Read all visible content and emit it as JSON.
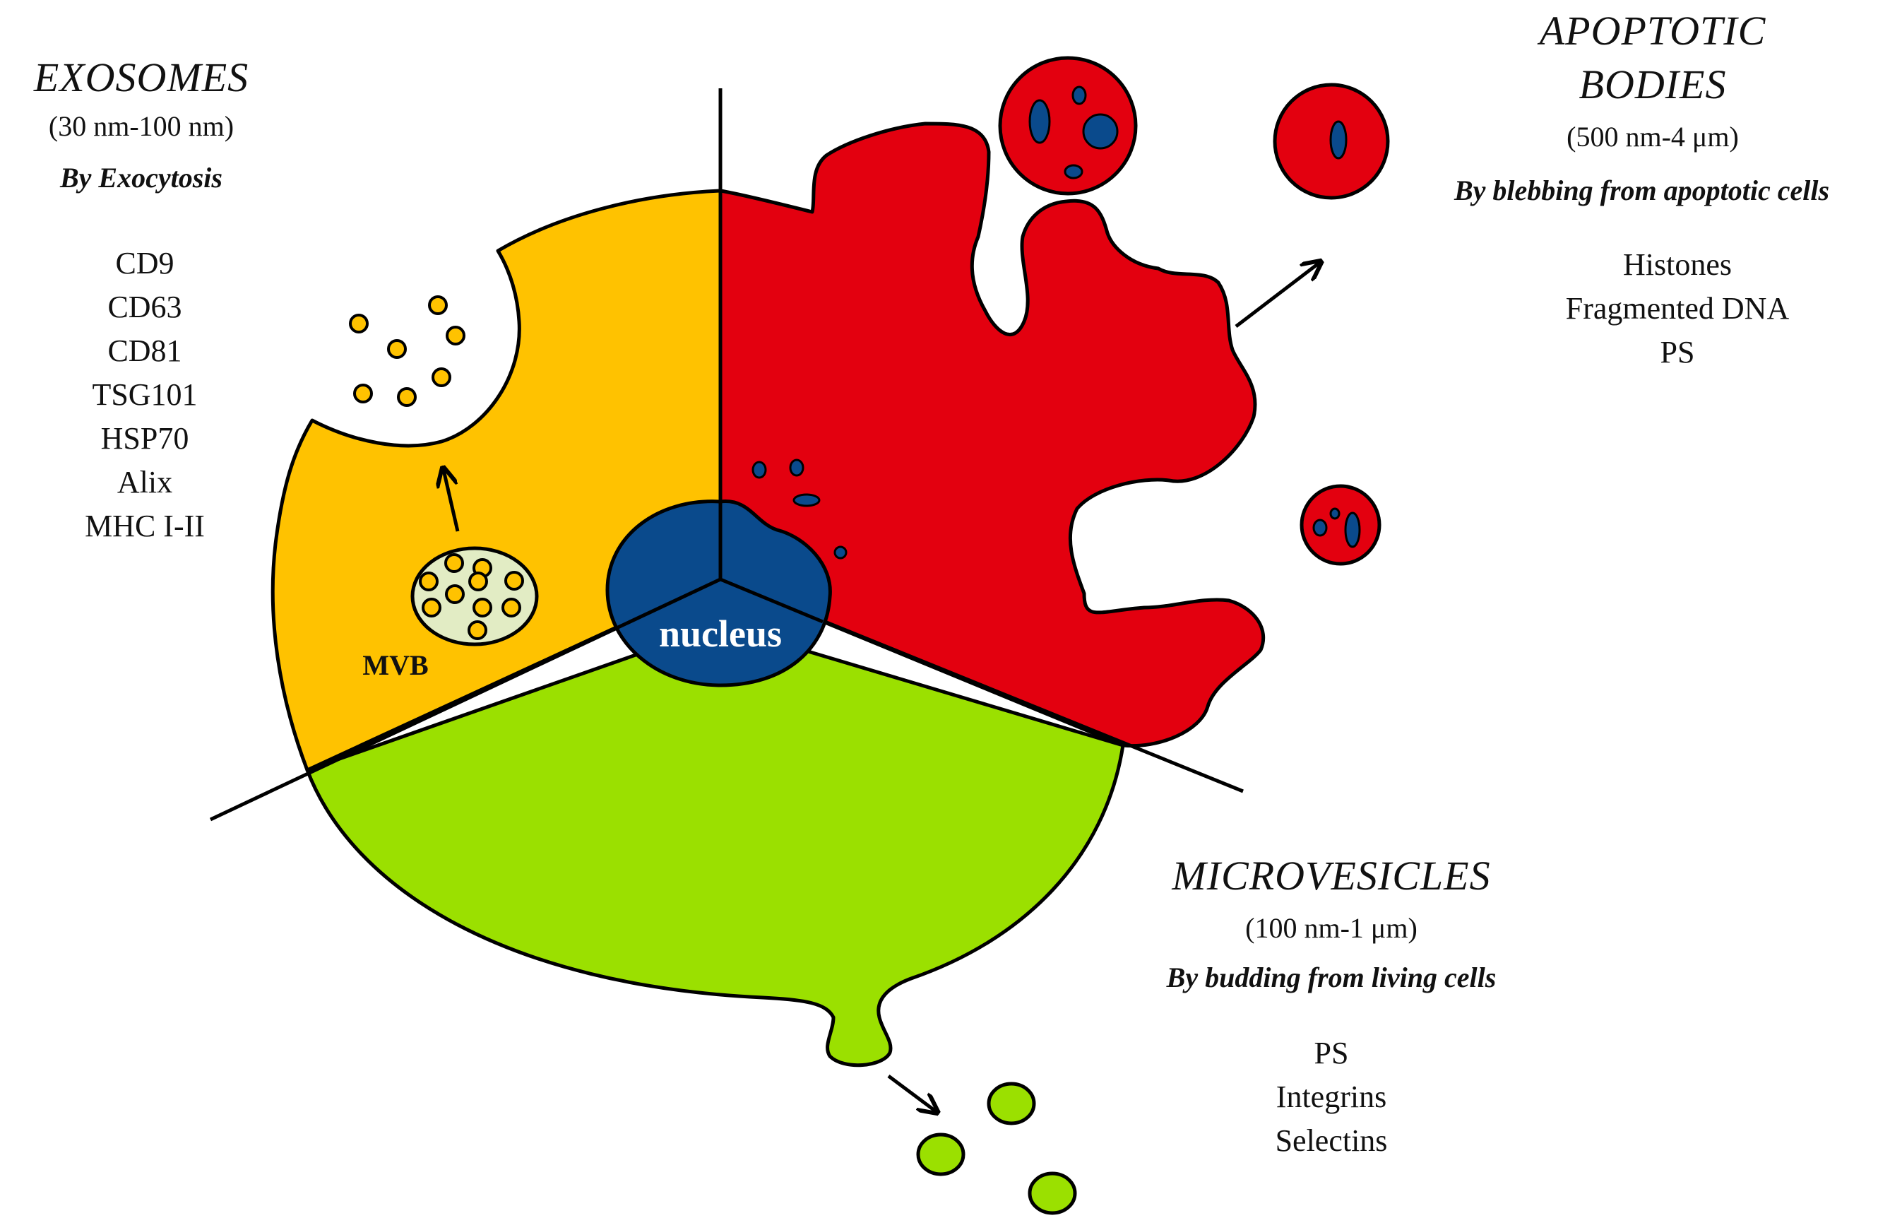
{
  "exosomes": {
    "title": "EXOSOMES",
    "size": "(30 nm-100 nm)",
    "method": "By Exocytosis",
    "markers": [
      "CD9",
      "CD63",
      "CD81",
      "TSG101",
      "HSP70",
      "Alix",
      "MHC I-II"
    ],
    "mvb_label": "MVB"
  },
  "apoptotic_bodies": {
    "title_line1": "APOPTOTIC",
    "title_line2": "BODIES",
    "size": "(500 nm-4 μm)",
    "method": "By blebbing from apoptotic cells",
    "markers": [
      "Histones",
      "Fragmented DNA",
      "PS"
    ]
  },
  "microvesicles": {
    "title": "MICROVESICLES",
    "size": "(100 nm-1 μm)",
    "method": "By budding from living cells",
    "markers": [
      "PS",
      "Integrins",
      "Selectins"
    ]
  },
  "nucleus_label": "nucleus",
  "colors": {
    "exosome_region": "#ffc200",
    "apoptotic_region": "#e3000f",
    "microvesicle_region": "#9be000",
    "nucleus": "#0a4a8c",
    "mvb": "#e2ecc4"
  }
}
